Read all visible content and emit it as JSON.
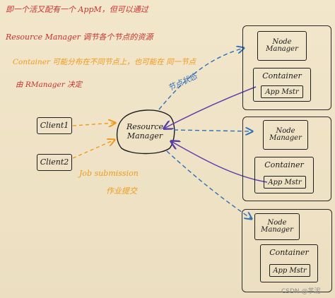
{
  "notes": {
    "line1": "即一个活又配有一个 AppM，但可以通过",
    "line2": "Resource Manager 调节各个节点的资源",
    "line3": "Container 可能分布在不同节点上，也可能在 同一节点",
    "line4": "由 RManager 决定",
    "heartbeat": "节点状态",
    "job_submission": "Job submission",
    "job_submission_cn": "作业提交"
  },
  "resource_manager": {
    "line1": "Resource",
    "line2": "Manager"
  },
  "clients": [
    "Client1",
    "Client2"
  ],
  "nodes": [
    {
      "nm_line1": "Node",
      "nm_line2": "Manager",
      "container": "Container",
      "app": "App Mstr"
    },
    {
      "nm_line1": "Node",
      "nm_line2": "Manager",
      "container": "Container",
      "app": "App Mstr"
    },
    {
      "nm_line1": "Node",
      "nm_line2": "Manager",
      "container": "Container",
      "app": "App Mstr"
    }
  ],
  "watermark": "CSDN @芋泥",
  "colors": {
    "paper": "#efe3c6",
    "ink": "#1d1d1d",
    "note_red": "#c8322f",
    "note_orange": "#ef9a1c",
    "arrow_blue": "#2f6fb8",
    "arrow_purple": "#5a3fa8"
  }
}
